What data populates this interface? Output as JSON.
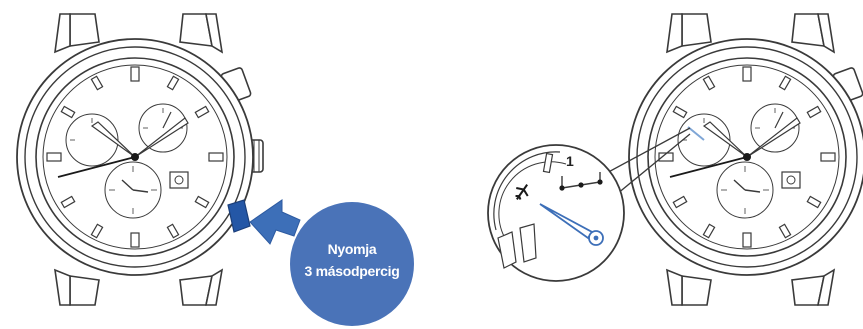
{
  "instruction": {
    "line1": "Nyomja",
    "line2": "3 másodpercig"
  },
  "zoom_detail": {
    "digit_label": "1",
    "airplane_icon": "airplane-icon"
  },
  "colors": {
    "line": "#3a3a3a",
    "accent_blue": "#3d6fb8",
    "button_blue": "#2457a6",
    "circle_fill": "#4a73b8",
    "hand_blue": "#7fa6d6"
  }
}
